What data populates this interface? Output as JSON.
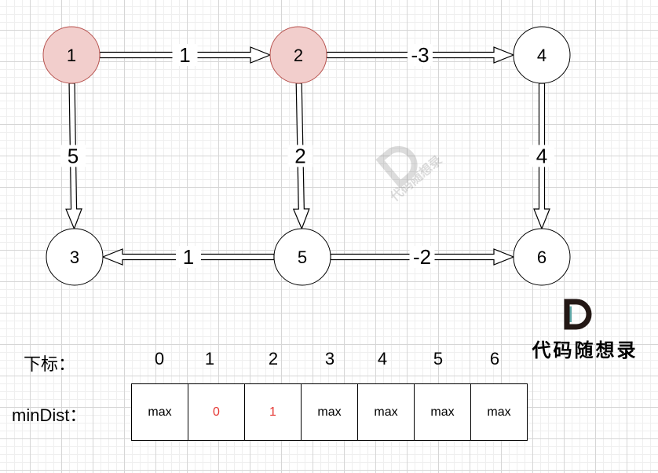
{
  "graph": {
    "nodes": [
      {
        "id": "1",
        "highlighted": true
      },
      {
        "id": "2",
        "highlighted": true
      },
      {
        "id": "3",
        "highlighted": false
      },
      {
        "id": "4",
        "highlighted": false
      },
      {
        "id": "5",
        "highlighted": false
      },
      {
        "id": "6",
        "highlighted": false
      }
    ],
    "edges": [
      {
        "from": "1",
        "to": "2",
        "weight": "1"
      },
      {
        "from": "2",
        "to": "4",
        "weight": "-3"
      },
      {
        "from": "1",
        "to": "3",
        "weight": "5"
      },
      {
        "from": "2",
        "to": "5",
        "weight": "2"
      },
      {
        "from": "4",
        "to": "6",
        "weight": "4"
      },
      {
        "from": "5",
        "to": "3",
        "weight": "1"
      },
      {
        "from": "5",
        "to": "6",
        "weight": "-2"
      }
    ],
    "highlight_fill": "#f2cecc",
    "highlight_stroke": "#b85450"
  },
  "table": {
    "index_label": "下标：",
    "row_label": "minDist：",
    "indices": [
      "0",
      "1",
      "2",
      "3",
      "4",
      "5",
      "6"
    ],
    "values": [
      "max",
      "0",
      "1",
      "max",
      "max",
      "max",
      "max"
    ],
    "value_colors": [
      "#000000",
      "#e53935",
      "#e53935",
      "#000000",
      "#000000",
      "#000000",
      "#000000"
    ]
  },
  "logo": {
    "text": "代码随想录",
    "accent": "#5fa8a8"
  }
}
